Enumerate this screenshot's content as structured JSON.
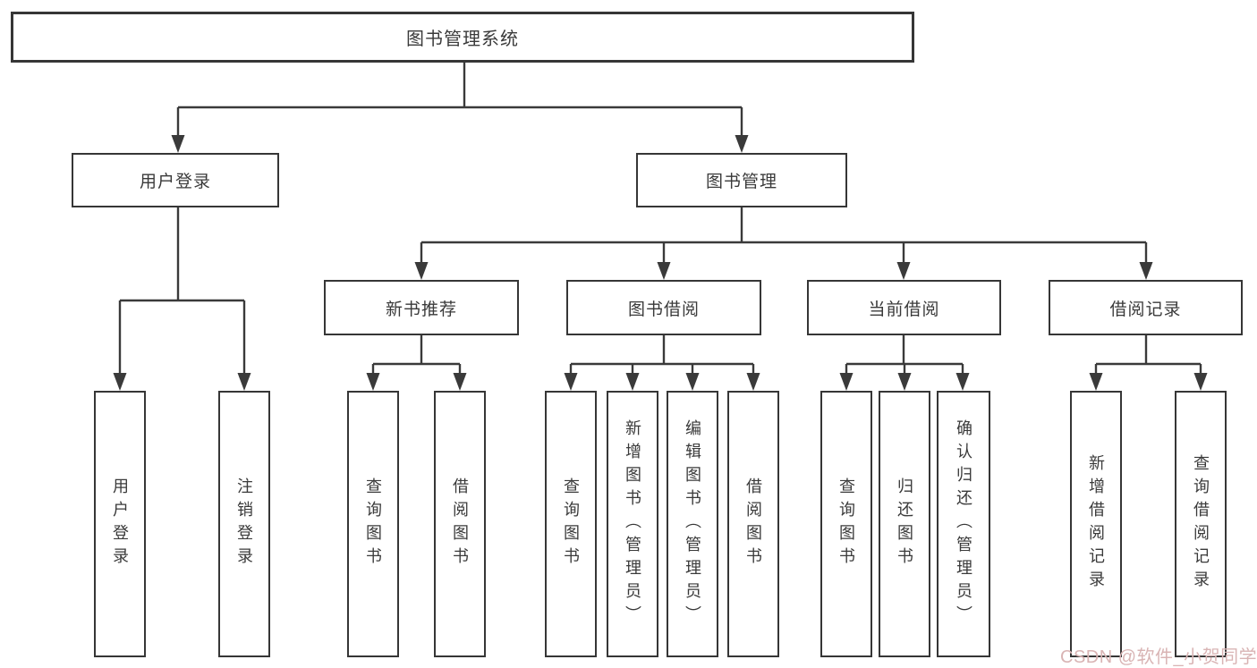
{
  "tree": {
    "root": {
      "label": "图书管理系统"
    },
    "children": [
      {
        "label": "用户登录",
        "children": [
          {
            "label": "用户登录"
          },
          {
            "label": "注销登录"
          }
        ]
      },
      {
        "label": "图书管理",
        "children": [
          {
            "label": "新书推荐",
            "children": [
              {
                "label": "查询图书"
              },
              {
                "label": "借阅图书"
              }
            ]
          },
          {
            "label": "图书借阅",
            "children": [
              {
                "label": "查询图书"
              },
              {
                "label": "新增图书（管理员）"
              },
              {
                "label": "编辑图书（管理员）"
              },
              {
                "label": "借阅图书"
              }
            ]
          },
          {
            "label": "当前借阅",
            "children": [
              {
                "label": "查询图书"
              },
              {
                "label": "归还图书"
              },
              {
                "label": "确认归还（管理员）"
              }
            ]
          },
          {
            "label": "借阅记录",
            "children": [
              {
                "label": "新增借阅记录"
              },
              {
                "label": "查询借阅记录"
              }
            ]
          }
        ]
      }
    ]
  },
  "watermark": {
    "text": "CSDN @软件_小贺同学"
  },
  "colors": {
    "box_border": "#363636",
    "box_fill": "#ffffff",
    "line": "#3a3a3a",
    "text": "#3a3a3a",
    "watermark": "#d9b4b4"
  }
}
